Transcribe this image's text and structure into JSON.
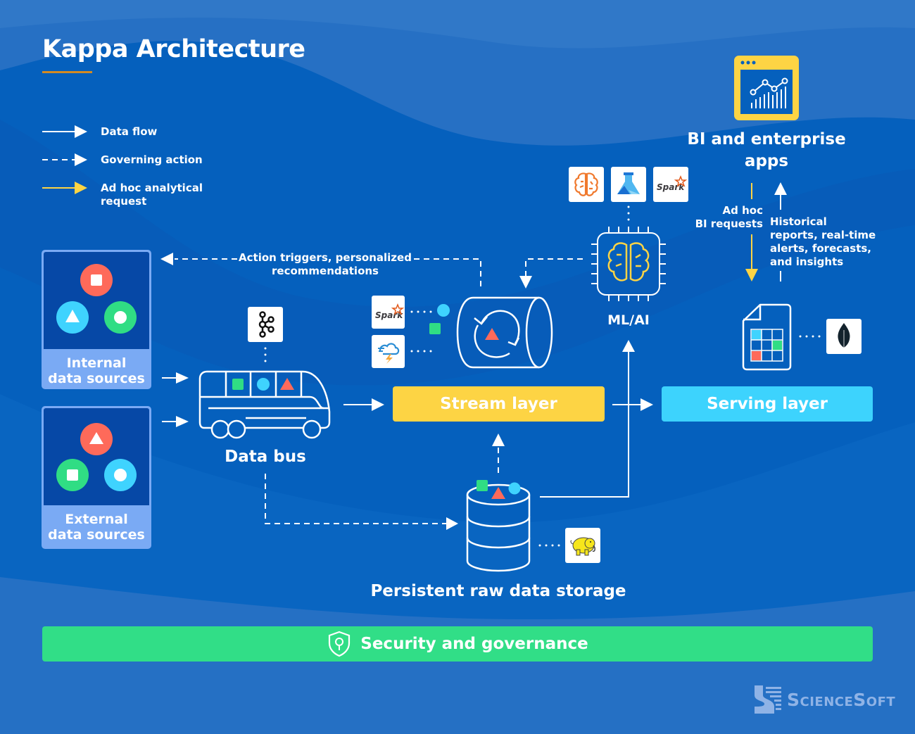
{
  "title": "Kappa Architecture",
  "legend": [
    {
      "label": "Data flow",
      "style": "solid-white"
    },
    {
      "label": "Governing action",
      "style": "dashed-white"
    },
    {
      "label": "Ad hoc analytical request",
      "style": "solid-yellow",
      "lines": [
        "Ad hoc analytical",
        "request"
      ]
    }
  ],
  "sources": {
    "internal": {
      "lines": [
        "Internal",
        "data sources"
      ],
      "shapes": [
        "square",
        "triangle",
        "circle"
      ]
    },
    "external": {
      "lines": [
        "External",
        "data sources"
      ],
      "shapes": [
        "triangle",
        "square",
        "circle"
      ]
    }
  },
  "nodes": {
    "data_bus": {
      "label": "Data bus",
      "tool_icon": "kafka-icon"
    },
    "stream_layer": {
      "label": "Stream layer",
      "tool_icons": [
        "spark-icon",
        "storm-icon"
      ]
    },
    "serving_layer": {
      "label": "Serving layer",
      "tool_icon": "mongodb-icon"
    },
    "storage": {
      "label": "Persistent raw data storage",
      "tool_icon": "hadoop-icon"
    },
    "ml_ai": {
      "label": "ML/AI",
      "tool_icons": [
        "ml-brain-icon",
        "azure-ml-icon",
        "spark-icon"
      ]
    },
    "bi_apps": {
      "lines": [
        "BI and enterprise",
        "apps"
      ]
    }
  },
  "annotations": {
    "action_triggers": [
      "Action triggers, personalized",
      "recommendations"
    ],
    "ad_hoc_bi": [
      "Ad hoc",
      "BI requests"
    ],
    "historical": [
      "Historical",
      "reports, real-time",
      "alerts, forecasts,",
      "and insights"
    ]
  },
  "security": {
    "label": "Security and governance"
  },
  "brand": {
    "name": "ScienceSoft"
  },
  "colors": {
    "background": "#0560bd",
    "stream_layer": "#fdd444",
    "serving_layer": "#3dd3fd",
    "security": "#31de87",
    "red": "#fe6a5a",
    "cyan": "#3fd3fe",
    "green": "#30dd84",
    "bi_yellow": "#fdd444",
    "title_underline": "#d38a22"
  }
}
